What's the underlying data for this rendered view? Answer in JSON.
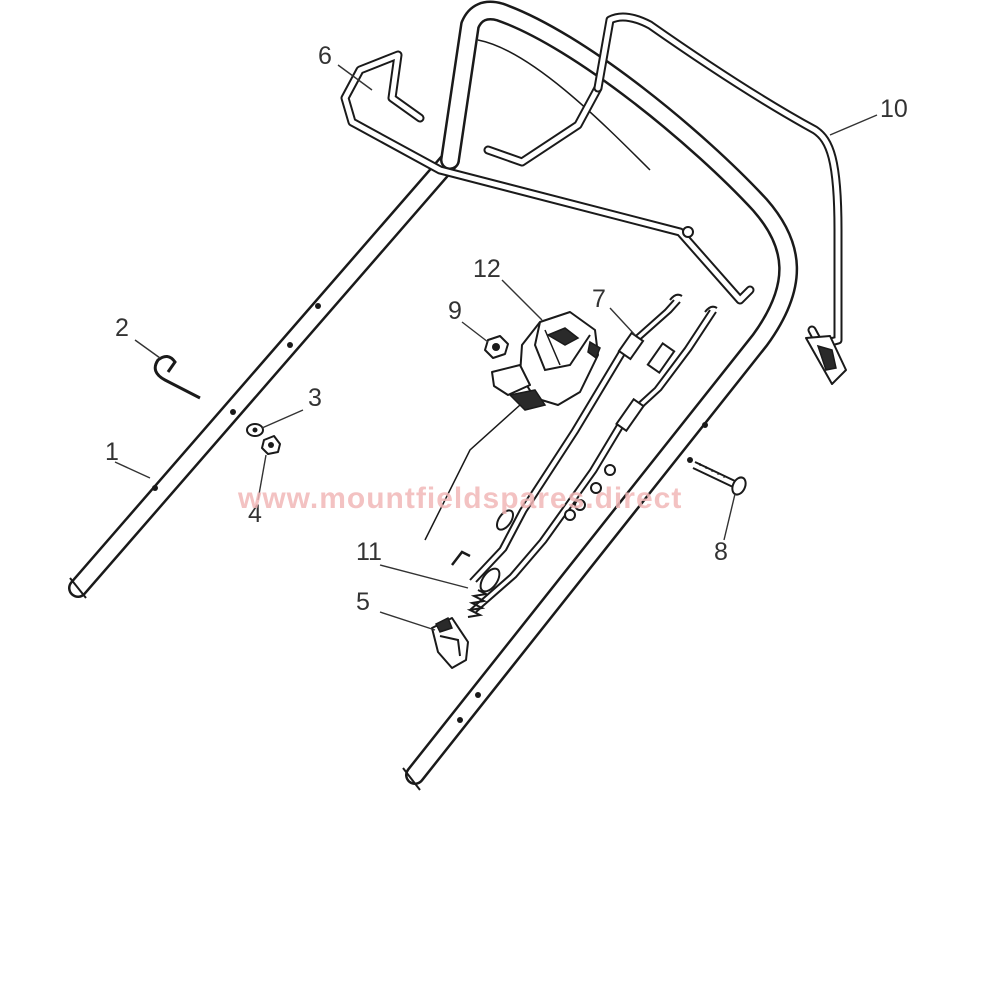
{
  "watermark": "www.mountfieldspares.direct",
  "colors": {
    "line": "#1a1a1a",
    "label": "#333333",
    "watermark": "#f2b8b8",
    "background": "#ffffff"
  },
  "callouts": [
    "1",
    "2",
    "3",
    "4",
    "5",
    "6",
    "7",
    "8",
    "9",
    "10",
    "11",
    "12"
  ]
}
